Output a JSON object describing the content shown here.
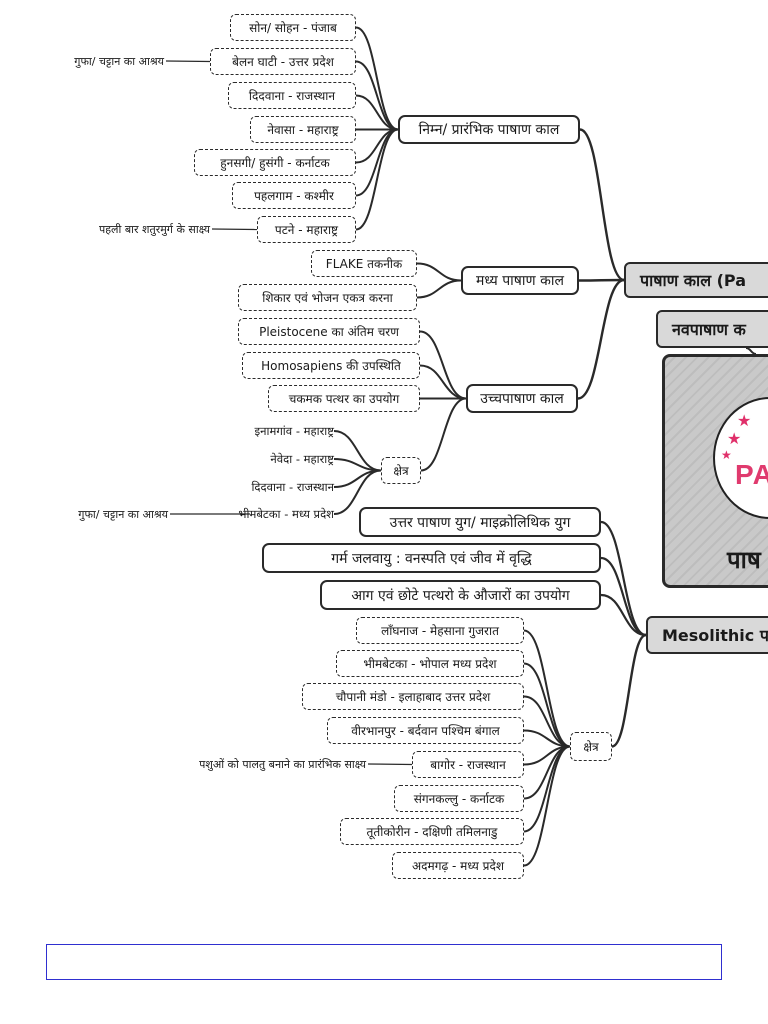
{
  "paleolithic": {
    "main": "पाषाण काल (Pa",
    "lower": {
      "title": "निम्न/ प्रारंभिक पाषाण काल",
      "leaves": [
        "सोन/ सोहन - पंजाब",
        "बेलन घाटी - उत्तर प्रदेश",
        "दिदवाना - राजस्थान",
        "नेवासा - महाराष्ट्र",
        "हुनसगी/ हुसंगी - कर्नाटक",
        "पहलगाम - कश्मीर",
        "पटने - महाराष्ट्र"
      ],
      "note_belan": "गुफा/ चट्टान का आश्रय",
      "note_patne": "पहली बार शतुरमुर्ग के साक्ष्य"
    },
    "middle": {
      "title": "मध्य पाषाण काल",
      "leaves": [
        "FLAKE तकनीक",
        "शिकार एवं भोजन एकत्र करना"
      ]
    },
    "upper": {
      "title": "उच्चपाषाण काल",
      "leaves": [
        "Pleistocene का अंतिम चरण",
        "Homosapiens की उपस्थिति",
        "चकमक पत्थर का उपयोग"
      ],
      "region_label": "क्षेत्र",
      "regions": [
        "इनामगांव - महाराष्ट्र",
        "नेवेदा - महाराष्ट्र",
        "दिदवाना - राजस्थान",
        "भीमबेटका - मध्य प्रदेश"
      ],
      "note_bhimbetka": "गुफा/ चट्टान का आश्रय"
    }
  },
  "neolithic": {
    "label": "नवपाषाण क"
  },
  "card": {
    "logo_text": "PA",
    "title": "पाष"
  },
  "mesolithic": {
    "main": "Mesolithic प",
    "facts": [
      "उत्तर पाषाण युग/ माइक्रोलिथिक युग",
      "गर्म जलवायु : वनस्पति एवं जीव में वृद्धि",
      "आग एवं छोटे पत्थरो के औजारों का उपयोग"
    ],
    "region_label": "क्षेत्र",
    "regions": [
      "लाँघनाज - मेहसाना गुजरात",
      "भीमबेटका - भोपाल मध्य प्रदेश",
      "चौपानी मंडो - इलाहाबाद उत्तर प्रदेश",
      "वीरभानपुर - बर्दवान पश्चिम बंगाल",
      "बागोर - राजस्थान",
      "संगनकल्लु - कर्नाटक",
      "तूतीकोरीन - दक्षिणी तमिलनाडु",
      "अदमगढ़ - मध्य प्रदेश"
    ],
    "note_bagor": "पशुओं को पालतु बनाने का प्रारंभिक साक्ष्य"
  },
  "colors": {
    "line": "#2a2a2a",
    "main_fill": "#d9d9d9",
    "logo_pink": "#e03a6e",
    "footer_border": "#2f2fd0"
  }
}
